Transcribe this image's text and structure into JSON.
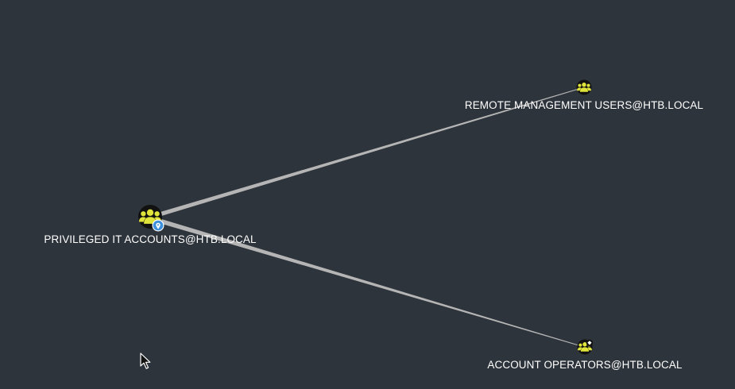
{
  "graph": {
    "nodes": [
      {
        "id": "privileged",
        "label": "PRIVILEGED IT ACCOUNTS@HTB.LOCAL",
        "type": "group",
        "marker": "owned-pin-icon"
      },
      {
        "id": "remote",
        "label": "REMOTE MANAGEMENT USERS@HTB.LOCAL",
        "type": "group",
        "marker": ""
      },
      {
        "id": "operators",
        "label": "ACCOUNT OPERATORS@HTB.LOCAL",
        "type": "group",
        "marker": "high-value-diamond-icon"
      }
    ],
    "edges": [
      {
        "from": "privileged",
        "to": "remote"
      },
      {
        "from": "privileged",
        "to": "operators"
      }
    ]
  },
  "colors": {
    "background": "#2e343b",
    "group_icon": "#dfe33a",
    "node_circle": "#111111",
    "edge": "#bdbdbd",
    "owned_marker": "#3b8fdc"
  }
}
